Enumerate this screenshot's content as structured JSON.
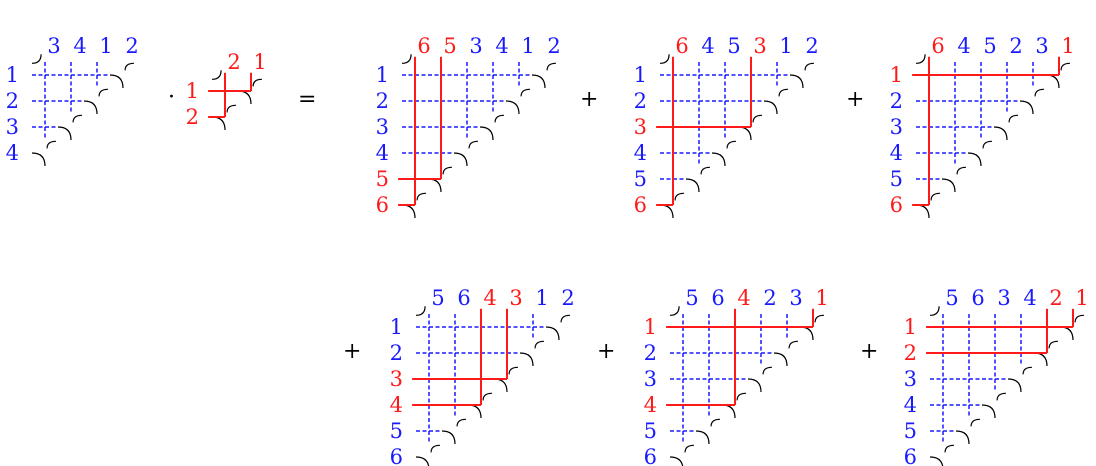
{
  "colors": {
    "blue": "#1a1aff",
    "red": "#ff1a1a",
    "black": "#000000"
  },
  "operators": {
    "dot": "·",
    "equals": "=",
    "plus": "+"
  },
  "equation_lhs": [
    {
      "name": "left-factor",
      "size": 4,
      "top_labels": [
        {
          "text": "3",
          "color": "blue"
        },
        {
          "text": "4",
          "color": "blue"
        },
        {
          "text": "1",
          "color": "blue"
        },
        {
          "text": "2",
          "color": "blue"
        }
      ],
      "left_labels": [
        {
          "text": "1",
          "color": "blue"
        },
        {
          "text": "2",
          "color": "blue"
        },
        {
          "text": "3",
          "color": "blue"
        },
        {
          "text": "4",
          "color": "blue"
        }
      ]
    },
    {
      "name": "right-factor",
      "size": 2,
      "top_labels": [
        {
          "text": "2",
          "color": "red"
        },
        {
          "text": "1",
          "color": "red"
        }
      ],
      "left_labels": [
        {
          "text": "1",
          "color": "red"
        },
        {
          "text": "2",
          "color": "red"
        }
      ]
    }
  ],
  "equation_rhs": [
    {
      "top_labels": [
        {
          "text": "6",
          "color": "red"
        },
        {
          "text": "5",
          "color": "red"
        },
        {
          "text": "3",
          "color": "blue"
        },
        {
          "text": "4",
          "color": "blue"
        },
        {
          "text": "1",
          "color": "blue"
        },
        {
          "text": "2",
          "color": "blue"
        }
      ],
      "left_labels": [
        {
          "text": "1",
          "color": "blue"
        },
        {
          "text": "2",
          "color": "blue"
        },
        {
          "text": "3",
          "color": "blue"
        },
        {
          "text": "4",
          "color": "blue"
        },
        {
          "text": "5",
          "color": "red"
        },
        {
          "text": "6",
          "color": "red"
        }
      ]
    },
    {
      "top_labels": [
        {
          "text": "6",
          "color": "red"
        },
        {
          "text": "4",
          "color": "blue"
        },
        {
          "text": "5",
          "color": "blue"
        },
        {
          "text": "3",
          "color": "red"
        },
        {
          "text": "1",
          "color": "blue"
        },
        {
          "text": "2",
          "color": "blue"
        }
      ],
      "left_labels": [
        {
          "text": "1",
          "color": "blue"
        },
        {
          "text": "2",
          "color": "blue"
        },
        {
          "text": "3",
          "color": "red"
        },
        {
          "text": "4",
          "color": "blue"
        },
        {
          "text": "5",
          "color": "blue"
        },
        {
          "text": "6",
          "color": "red"
        }
      ]
    },
    {
      "top_labels": [
        {
          "text": "6",
          "color": "red"
        },
        {
          "text": "4",
          "color": "blue"
        },
        {
          "text": "5",
          "color": "blue"
        },
        {
          "text": "2",
          "color": "blue"
        },
        {
          "text": "3",
          "color": "blue"
        },
        {
          "text": "1",
          "color": "red"
        }
      ],
      "left_labels": [
        {
          "text": "1",
          "color": "red"
        },
        {
          "text": "2",
          "color": "blue"
        },
        {
          "text": "3",
          "color": "blue"
        },
        {
          "text": "4",
          "color": "blue"
        },
        {
          "text": "5",
          "color": "blue"
        },
        {
          "text": "6",
          "color": "red"
        }
      ]
    },
    {
      "top_labels": [
        {
          "text": "5",
          "color": "blue"
        },
        {
          "text": "6",
          "color": "blue"
        },
        {
          "text": "4",
          "color": "red"
        },
        {
          "text": "3",
          "color": "red"
        },
        {
          "text": "1",
          "color": "blue"
        },
        {
          "text": "2",
          "color": "blue"
        }
      ],
      "left_labels": [
        {
          "text": "1",
          "color": "blue"
        },
        {
          "text": "2",
          "color": "blue"
        },
        {
          "text": "3",
          "color": "red"
        },
        {
          "text": "4",
          "color": "red"
        },
        {
          "text": "5",
          "color": "blue"
        },
        {
          "text": "6",
          "color": "blue"
        }
      ]
    },
    {
      "top_labels": [
        {
          "text": "5",
          "color": "blue"
        },
        {
          "text": "6",
          "color": "blue"
        },
        {
          "text": "4",
          "color": "red"
        },
        {
          "text": "2",
          "color": "blue"
        },
        {
          "text": "3",
          "color": "blue"
        },
        {
          "text": "1",
          "color": "red"
        }
      ],
      "left_labels": [
        {
          "text": "1",
          "color": "red"
        },
        {
          "text": "2",
          "color": "blue"
        },
        {
          "text": "3",
          "color": "blue"
        },
        {
          "text": "4",
          "color": "red"
        },
        {
          "text": "5",
          "color": "blue"
        },
        {
          "text": "6",
          "color": "blue"
        }
      ]
    },
    {
      "top_labels": [
        {
          "text": "5",
          "color": "blue"
        },
        {
          "text": "6",
          "color": "blue"
        },
        {
          "text": "3",
          "color": "blue"
        },
        {
          "text": "4",
          "color": "blue"
        },
        {
          "text": "2",
          "color": "red"
        },
        {
          "text": "1",
          "color": "red"
        }
      ],
      "left_labels": [
        {
          "text": "1",
          "color": "red"
        },
        {
          "text": "2",
          "color": "red"
        },
        {
          "text": "3",
          "color": "blue"
        },
        {
          "text": "4",
          "color": "blue"
        },
        {
          "text": "5",
          "color": "blue"
        },
        {
          "text": "6",
          "color": "blue"
        }
      ]
    }
  ]
}
